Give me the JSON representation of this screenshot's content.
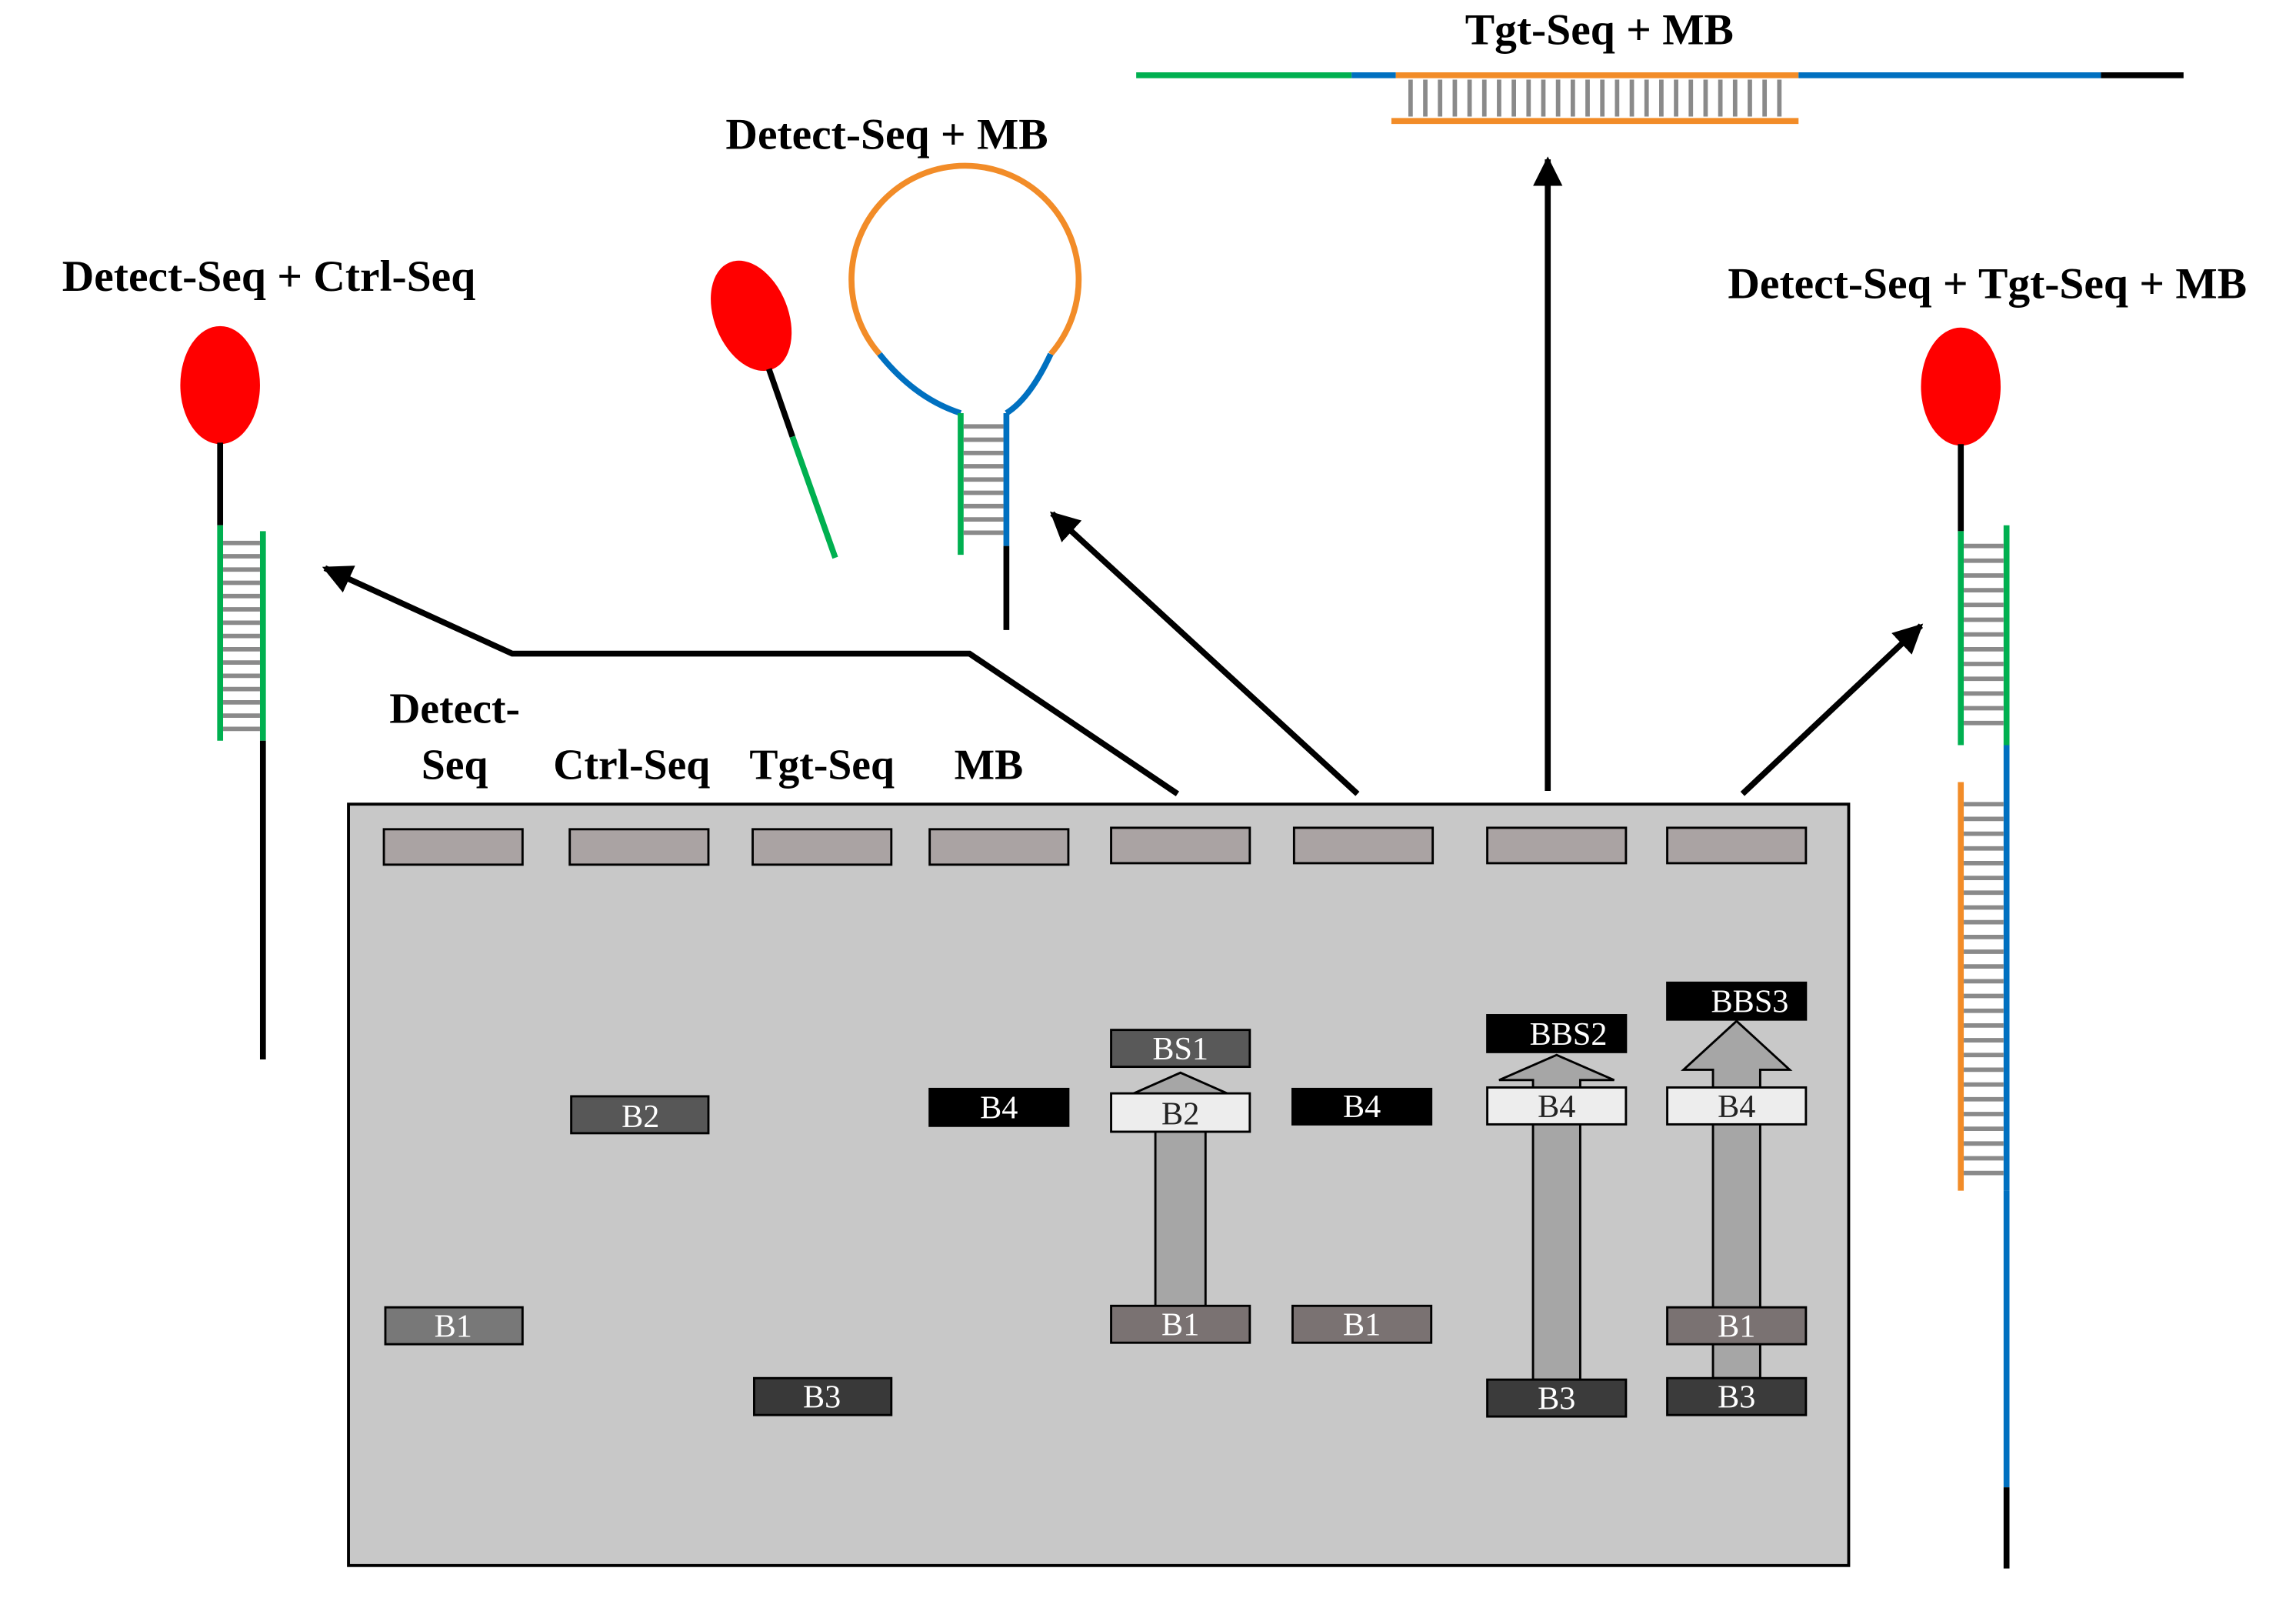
{
  "titles": {
    "detect_ctrl": "Detect-Seq + Ctrl-Seq",
    "detect_mb": "Detect-Seq + MB",
    "tgt_mb": "Tgt-Seq + MB",
    "detect_tgt_mb": "Detect-Seq + Tgt-Seq + MB"
  },
  "lane_labels": {
    "detect_line1": "Detect-",
    "detect_line2": "Seq",
    "ctrl": "Ctrl-Seq",
    "tgt": "Tgt-Seq",
    "mb": "MB"
  },
  "bands": {
    "lane1_b1": "B1",
    "lane2_b2": "B2",
    "lane3_b3": "B3",
    "lane4_b4": "B4",
    "lane5_bs1": "BS1",
    "lane5_b2": "B2",
    "lane5_b1": "B1",
    "lane6_b4": "B4",
    "lane6_b1": "B1",
    "lane7_bbs2": "BBS2",
    "lane7_b4": "B4",
    "lane7_b3": "B3",
    "lane8_bbs3": "BBS3",
    "lane8_b4": "B4",
    "lane8_b1": "B1",
    "lane8_b3": "B3"
  },
  "colors": {
    "fluorophore": "#ff0000",
    "detect_strand": "#00b050",
    "mb_stem": "#0070c0",
    "mb_loop": "#f28c28",
    "gel_background": "#c8c8c8",
    "well": "#aaa3a3"
  }
}
